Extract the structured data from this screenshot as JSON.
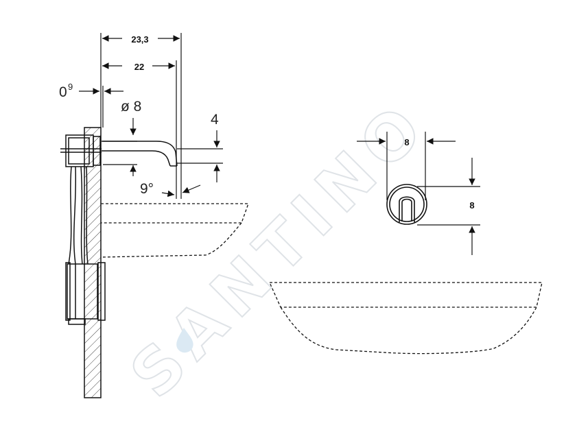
{
  "dimensions": {
    "projection_total": "23,3",
    "projection": "22",
    "wall_gap_main": "0",
    "wall_gap_sup": "9",
    "pipe_diameter": "ø 8",
    "spout_height": "4",
    "spout_angle": "9°",
    "front_width": "8",
    "front_height": "8"
  },
  "watermark": {
    "text": "SANTINO",
    "color": "#dfe3e7",
    "drop_color": "#dbe9f3"
  },
  "colors": {
    "line": "#111111",
    "hatch": "#444444"
  }
}
